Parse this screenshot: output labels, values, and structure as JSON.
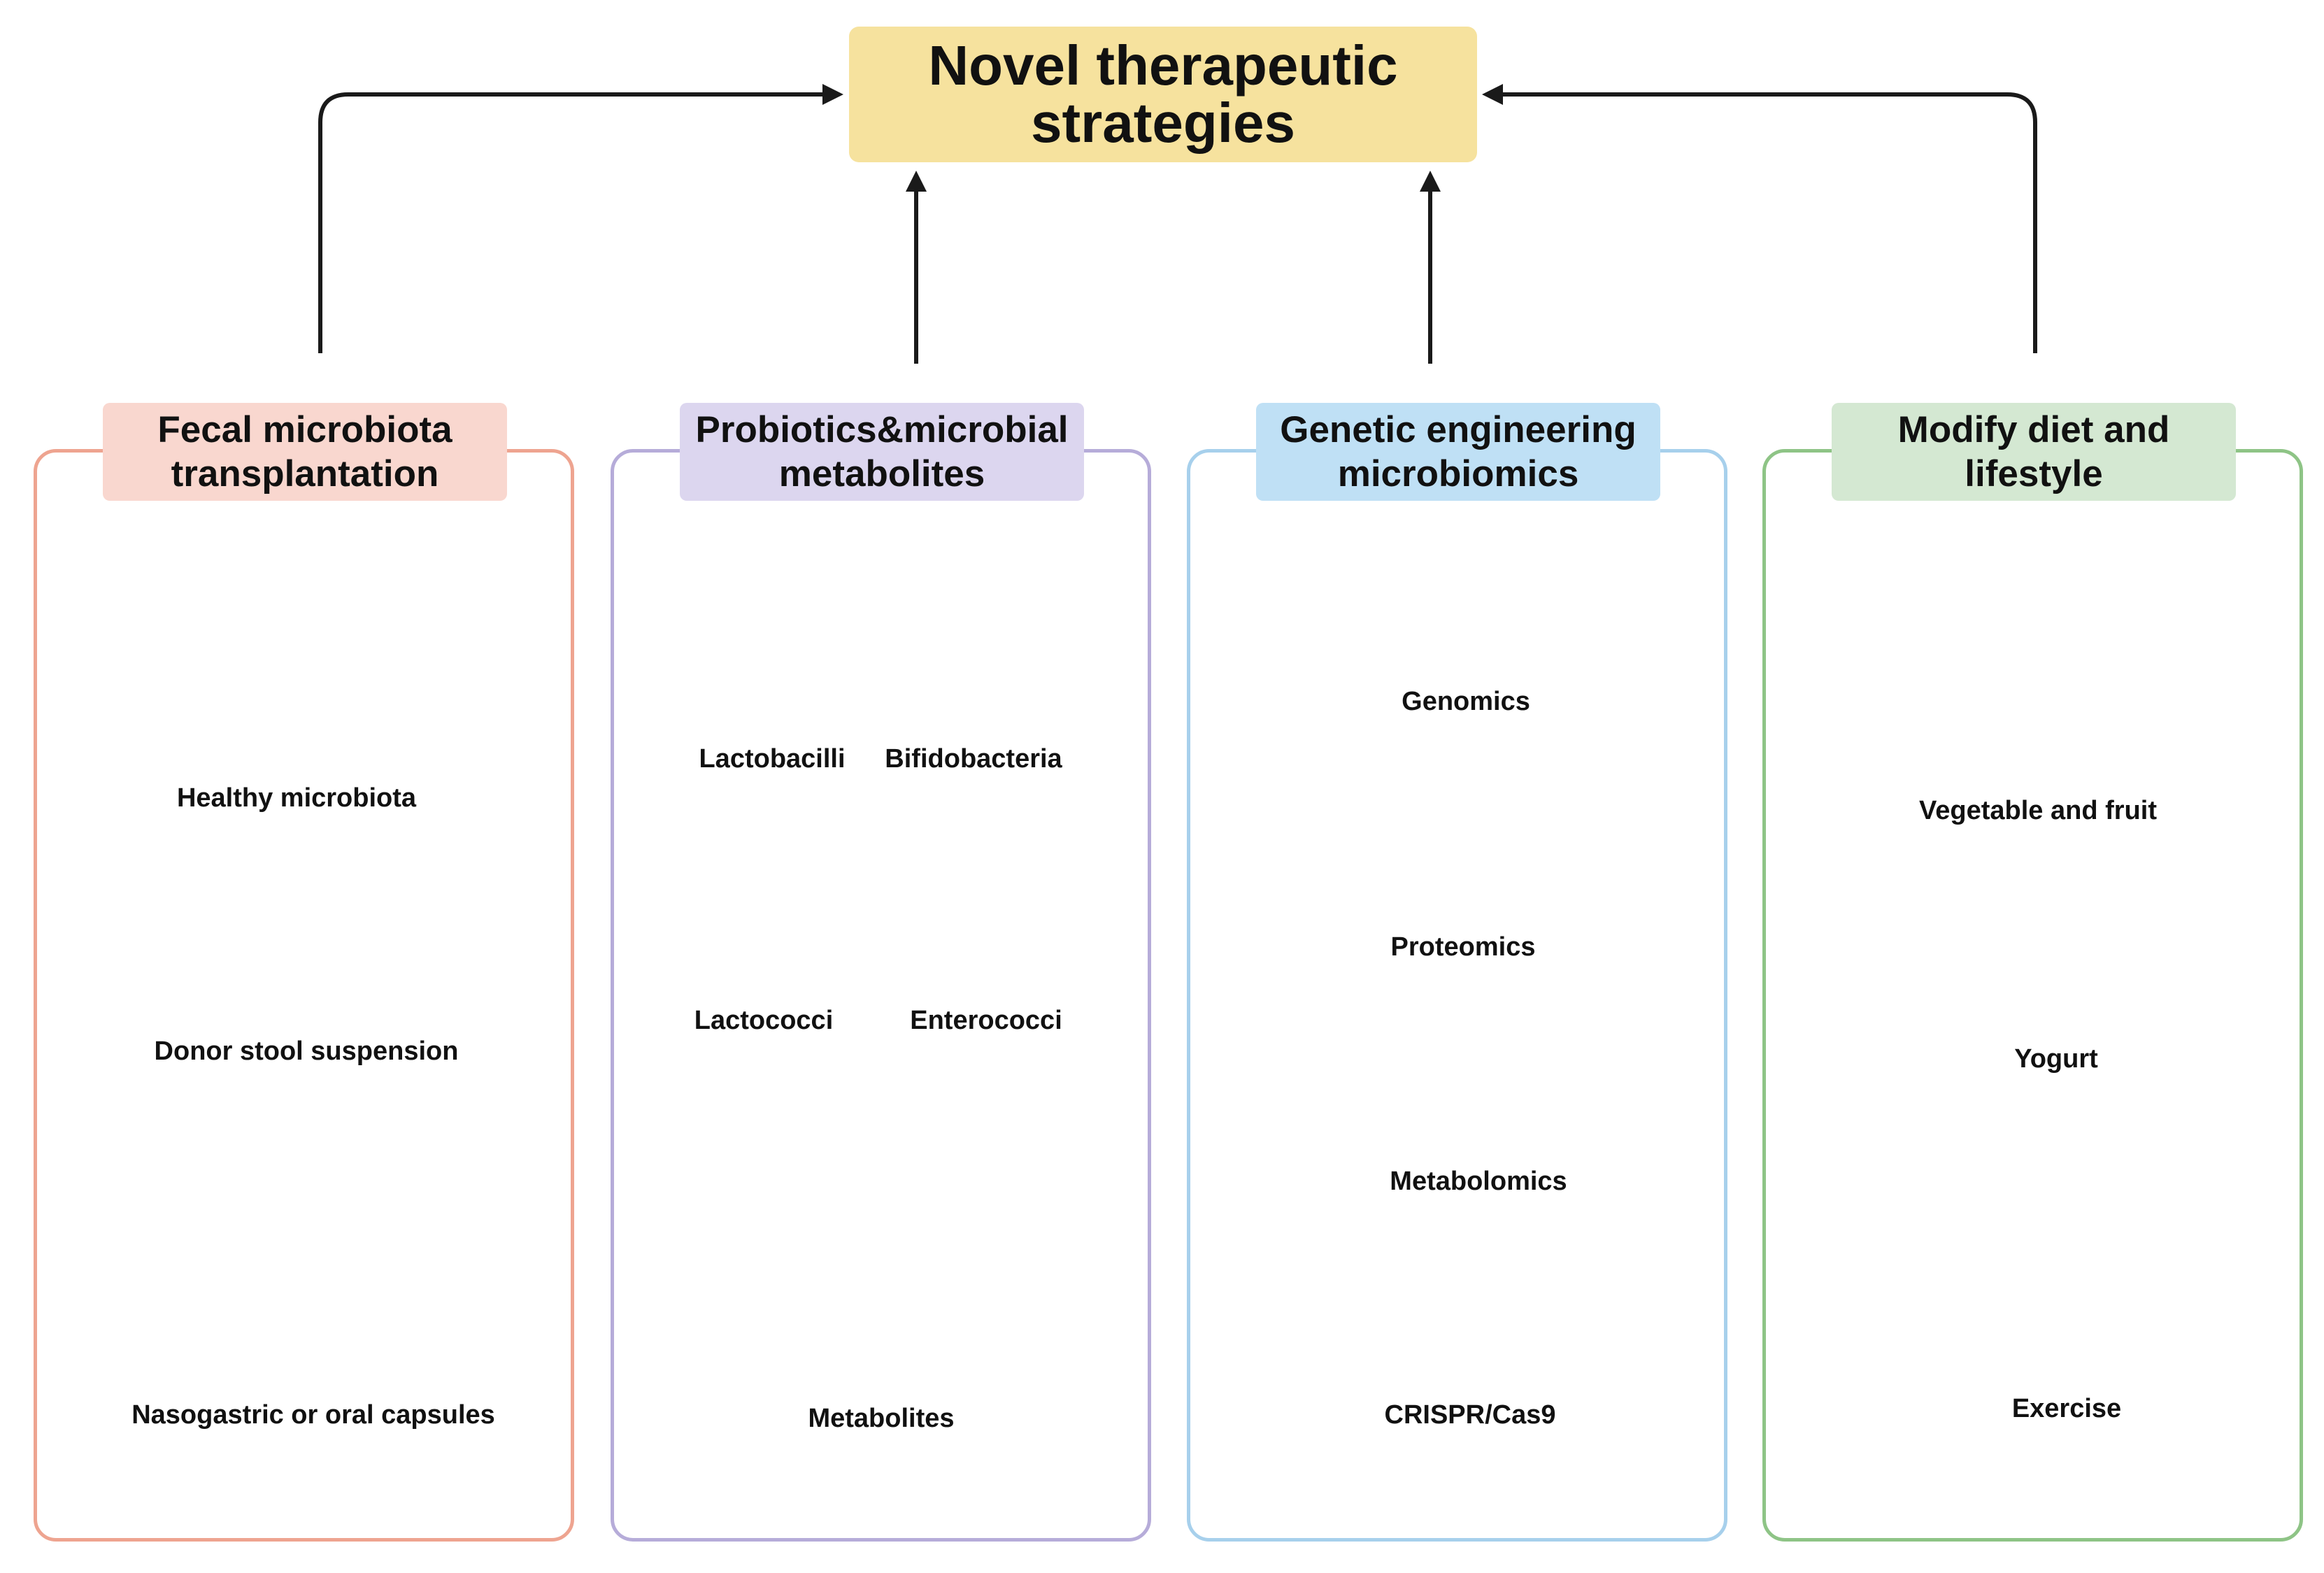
{
  "title": {
    "line1": "Novel therapeutic",
    "line2": "strategies"
  },
  "colors": {
    "title_bg": "#f6e29e",
    "fmt": "#f9d7cf",
    "fmt_border": "#eea490",
    "pro": "#dcd6ef",
    "pro_border": "#b6acd9",
    "gen": "#bfe0f5",
    "gen_border": "#a7d0ec",
    "diet": "#d4e8d2",
    "diet_border": "#8ec486"
  },
  "panels": {
    "fmt": {
      "header_line1": "Fecal microbiota",
      "header_line2": "transplantation",
      "items": [
        "Healthy microbiota",
        "Donor stool suspension",
        "Nasogastric or oral capsules"
      ]
    },
    "pro": {
      "header_line1": "Probiotics&microbial",
      "header_line2": "metabolites",
      "items": [
        "Lactobacilli",
        "Bifidobacteria",
        "Lactococci",
        "Enterococci",
        "Metabolites"
      ]
    },
    "gen": {
      "header_line1": "Genetic engineering",
      "header_line2": "microbiomics",
      "items": [
        "Genomics",
        "Proteomics",
        "Metabolomics",
        "CRISPR/Cas9"
      ]
    },
    "diet": {
      "header_line1": "Modify diet and",
      "header_line2": "lifestyle",
      "items": [
        "Vegetable and fruit",
        "Yogurt",
        "Exercise"
      ]
    }
  }
}
